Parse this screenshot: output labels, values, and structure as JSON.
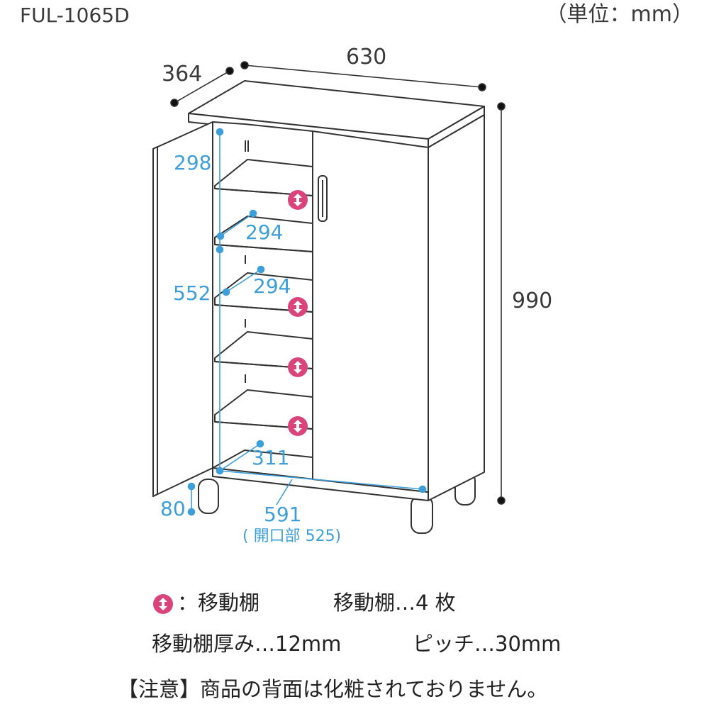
{
  "header": {
    "model": "FUL-1065D",
    "unit": "（単位：mm）"
  },
  "dimensions": {
    "depth": "364",
    "width": "630",
    "height": "990",
    "top_section_height": "298",
    "upper_shelf_depth": "294",
    "middle_section_height": "552",
    "lower_shelf_depth": "294",
    "bottom_depth": "311",
    "leg_height": "80",
    "inner_width": "591",
    "opening": "( 開口部 525)"
  },
  "legend": {
    "icon_label": "：移動棚",
    "shelf_count": "移動棚…4 枚",
    "shelf_thickness": "移動棚厚み…12mm",
    "pitch": "ピッチ…30mm"
  },
  "note": "【注意】商品の背面は化粧されておりません。",
  "colors": {
    "line": "#333333",
    "dimension_blue": "#3d9fd9",
    "icon_pink": "#d9457a"
  },
  "icons": [
    "movable-shelf-icon"
  ]
}
